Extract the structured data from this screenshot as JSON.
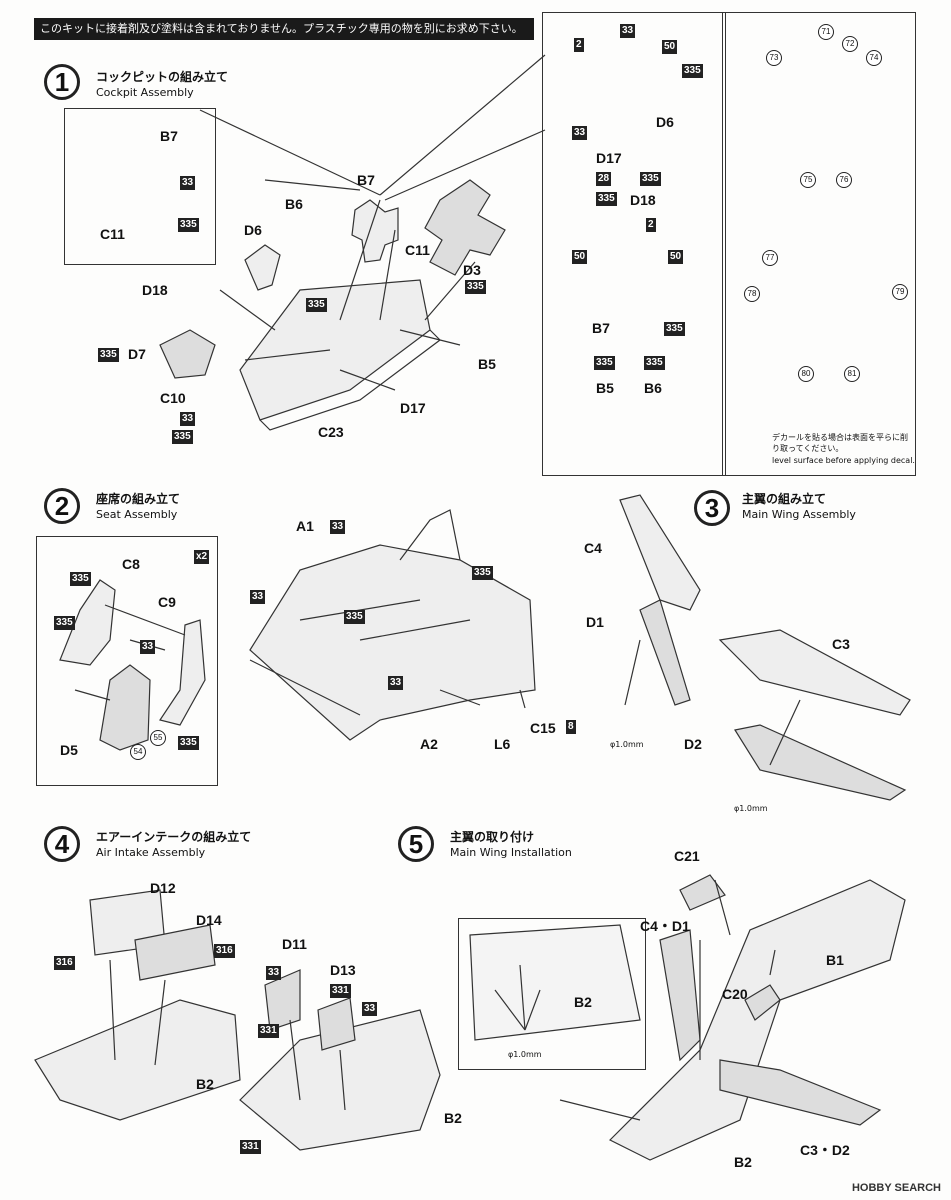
{
  "notice": "このキットに接着剤及び塗料は含まれておりません。プラスチック専用の物を別にお求め下さい。",
  "steps": [
    {
      "num": "1",
      "jp": "コックピットの組み立て",
      "en": "Cockpit Assembly"
    },
    {
      "num": "2",
      "jp": "座席の組み立て",
      "en": "Seat Assembly"
    },
    {
      "num": "3",
      "jp": "主翼の組み立て",
      "en": "Main Wing Assembly"
    },
    {
      "num": "4",
      "jp": "エアーインテークの組み立て",
      "en": "Air Intake Assembly"
    },
    {
      "num": "5",
      "jp": "主翼の取り付け",
      "en": "Main Wing Installation"
    }
  ],
  "parts": {
    "b7": "B7",
    "c11": "C11",
    "b6": "B6",
    "d6": "D6",
    "d18": "D18",
    "d3": "D3",
    "d7": "D7",
    "b5": "B5",
    "c10": "C10",
    "d17": "D17",
    "c23": "C23",
    "c8": "C8",
    "c9": "C9",
    "d5": "D5",
    "a1": "A1",
    "a2": "A2",
    "l6": "L6",
    "c15": "C15",
    "c4": "C4",
    "d1": "D1",
    "c3": "C3",
    "d2": "D2",
    "d12": "D12",
    "d14": "D14",
    "b2": "B2",
    "d11": "D11",
    "d13": "D13",
    "c21": "C21",
    "c4d1": "C4・D1",
    "b1": "B1",
    "c20": "C20",
    "c3d2": "C3・D2"
  },
  "codes": {
    "c33": "33",
    "c335": "335",
    "c50": "50",
    "c28": "28",
    "c2": "2",
    "c8": "8",
    "c54": "54",
    "c55": "55",
    "c316": "316",
    "c331": "331",
    "x2": "x2"
  },
  "decals": [
    "71",
    "72",
    "73",
    "74",
    "75",
    "76",
    "77",
    "78",
    "79",
    "80",
    "81"
  ],
  "drill": "φ1.0mm",
  "decal_note_jp": "デカールを貼る場合は表面を平らに削り取ってください。",
  "decal_note_en": "level surface before applying decal.",
  "credit": "HOBBY SEARCH"
}
